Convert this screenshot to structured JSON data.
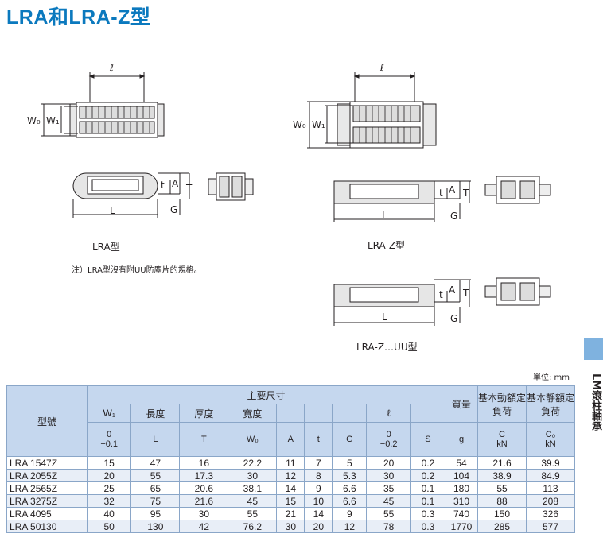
{
  "title": "LRA和LRA-Z型",
  "figures": {
    "ell": "ℓ",
    "w0": "W₀",
    "w1": "W₁",
    "t": "t",
    "a": "A",
    "T": "T",
    "L": "L",
    "G": "G",
    "lra_label": "LRA型",
    "lraz_label": "LRA-Z型",
    "lrazuu_label": "LRA-Z…UU型"
  },
  "note": "注）LRA型沒有附UU防塵片的規格。",
  "unit": "單位: mm",
  "side_tab": "LM滾柱軸承",
  "table": {
    "model_header": "型號",
    "group_header": "主要尺寸",
    "mass_header": "質量",
    "dyn_header": "基本動額定負荷",
    "sta_header": "基本靜額定負荷",
    "sub_headers": [
      "W₁",
      "長度",
      "厚度",
      "寬度",
      "",
      "",
      "",
      "ℓ",
      ""
    ],
    "unit_row": [
      "0\n−0.1",
      "L",
      "T",
      "W₀",
      "A",
      "t",
      "G",
      "0\n−0.2",
      "S",
      "g",
      "C\nkN",
      "C₀\nkN"
    ],
    "w1_top": "W₁",
    "w1_tol1": "0",
    "w1_tol2": "−0.1",
    "len": "長度",
    "len_u": "L",
    "thk": "厚度",
    "thk_u": "T",
    "wid": "寬度",
    "wid_u": "W₀",
    "a_u": "A",
    "t_u": "t",
    "g_u": "G",
    "l_top": "ℓ",
    "l_tol1": "0",
    "l_tol2": "−0.2",
    "s_u": "S",
    "g_mass": "g",
    "c_top": "C",
    "c_u": "kN",
    "c0_top": "C₀",
    "c0_u": "kN",
    "rows": [
      [
        "LRA 1547Z",
        "15",
        "47",
        "16",
        "22.2",
        "11",
        "7",
        "5",
        "20",
        "0.2",
        "54",
        "21.6",
        "39.9"
      ],
      [
        "LRA 2055Z",
        "20",
        "55",
        "17.3",
        "30",
        "12",
        "8",
        "5.3",
        "30",
        "0.2",
        "104",
        "38.9",
        "84.9"
      ],
      [
        "LRA 2565Z",
        "25",
        "65",
        "20.6",
        "38.1",
        "14",
        "9",
        "6.6",
        "35",
        "0.1",
        "180",
        "55",
        "113"
      ],
      [
        "LRA 3275Z",
        "32",
        "75",
        "21.6",
        "45",
        "15",
        "10",
        "6.6",
        "45",
        "0.1",
        "310",
        "88",
        "208"
      ],
      [
        "LRA 4095",
        "40",
        "95",
        "30",
        "55",
        "21",
        "14",
        "9",
        "55",
        "0.3",
        "740",
        "150",
        "326"
      ],
      [
        "LRA 50130",
        "50",
        "130",
        "42",
        "76.2",
        "30",
        "20",
        "12",
        "78",
        "0.3",
        "1770",
        "285",
        "577"
      ]
    ]
  }
}
